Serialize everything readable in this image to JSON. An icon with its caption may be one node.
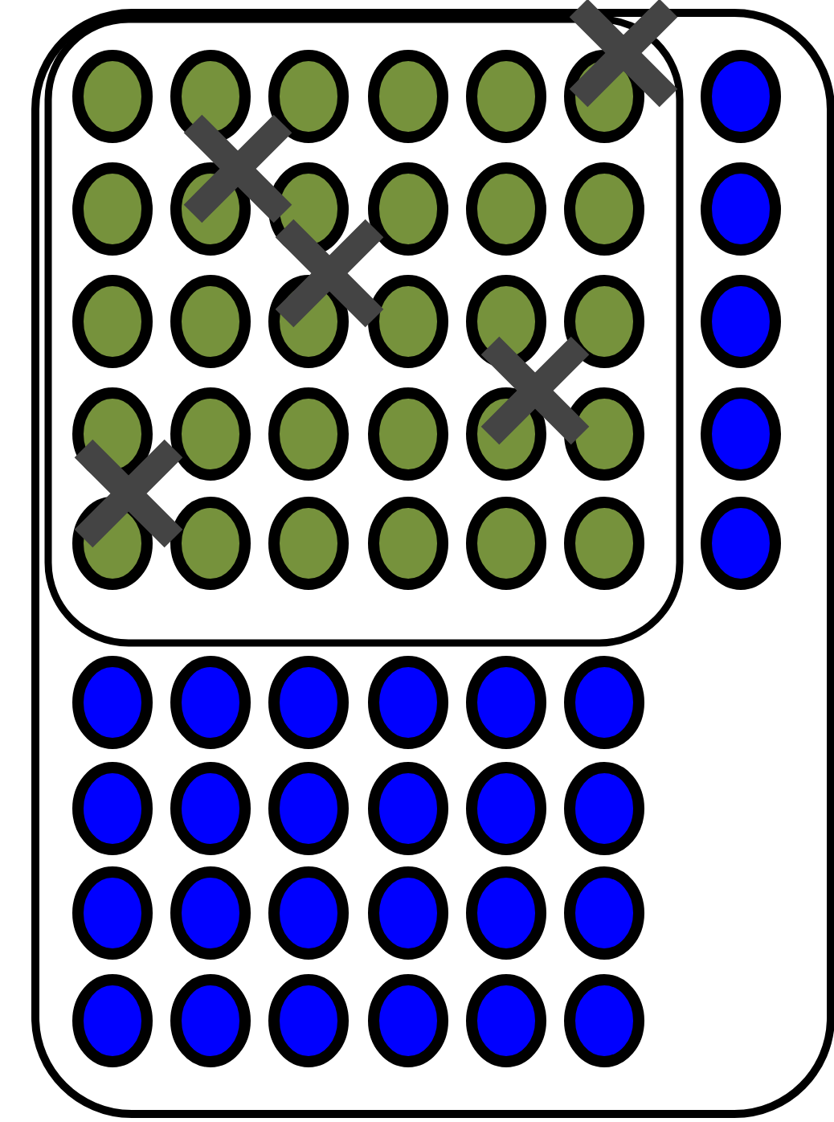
{
  "diagram": {
    "nodes": [
      {
        "text": [],
        "shape": "box"
      },
      {
        "text": [],
        "shape": "box",
        "in": 0
      },
      {
        "text": [],
        "shape": "circle",
        "in": 1
      },
      {
        "text": [],
        "shape": "circle",
        "in": 1
      },
      {
        "text": [],
        "shape": "circle",
        "in": 1
      },
      {
        "text": [],
        "shape": "circle",
        "in": 1
      },
      {
        "text": [],
        "shape": "circle",
        "in": 1
      },
      {
        "text": [],
        "shape": "circle",
        "in": 1
      },
      {
        "text": [],
        "shape": "circle",
        "in": 1
      },
      {
        "text": [],
        "shape": "circle",
        "in": 1
      },
      {
        "text": [],
        "shape": "circle",
        "in": 1
      },
      {
        "text": [],
        "shape": "circle",
        "in": 1
      },
      {
        "text": [],
        "shape": "circle",
        "in": 1
      },
      {
        "text": [],
        "shape": "circle",
        "in": 1
      },
      {
        "text": [],
        "shape": "circle",
        "in": 1
      },
      {
        "text": [],
        "shape": "circle",
        "in": 1
      },
      {
        "text": [],
        "shape": "circle",
        "in": 1
      },
      {
        "text": [],
        "shape": "circle",
        "in": 1
      },
      {
        "text": [],
        "shape": "circle",
        "in": 1
      },
      {
        "text": [],
        "shape": "circle",
        "in": 1
      },
      {
        "text": [],
        "shape": "circle",
        "in": 1
      },
      {
        "text": [],
        "shape": "circle",
        "in": 1
      },
      {
        "text": [],
        "shape": "circle",
        "in": 1
      },
      {
        "text": [],
        "shape": "circle",
        "in": 1
      },
      {
        "text": [],
        "shape": "circle",
        "in": 1
      },
      {
        "text": [],
        "shape": "circle",
        "in": 1
      },
      {
        "text": [],
        "shape": "circle",
        "in": 1
      },
      {
        "text": [],
        "shape": "circle",
        "in": 1
      },
      {
        "text": [],
        "shape": "circle",
        "in": 1
      },
      {
        "text": [],
        "shape": "circle",
        "in": 1
      },
      {
        "text": [],
        "shape": "circle",
        "in": 1
      },
      {
        "text": [],
        "shape": "circle",
        "in": 1
      },
      {
        "text": [],
        "shape": "circle",
        "in": 0
      },
      {
        "text": [],
        "shape": "circle",
        "in": 0
      },
      {
        "text": [],
        "shape": "circle",
        "in": 0
      },
      {
        "text": [],
        "shape": "circle",
        "in": 0
      },
      {
        "text": [],
        "shape": "circle",
        "in": 0
      },
      {
        "text": [],
        "shape": "circle",
        "in": 0
      },
      {
        "text": [],
        "shape": "circle",
        "in": 0
      },
      {
        "text": [],
        "shape": "circle",
        "in": 0
      },
      {
        "text": [],
        "shape": "circle",
        "in": 0
      },
      {
        "text": [],
        "shape": "circle",
        "in": 0
      },
      {
        "text": [],
        "shape": "circle",
        "in": 0
      },
      {
        "text": [],
        "shape": "circle",
        "in": 0
      },
      {
        "text": [],
        "shape": "circle",
        "in": 0
      },
      {
        "text": [],
        "shape": "circle",
        "in": 0
      },
      {
        "text": [],
        "shape": "circle",
        "in": 0
      },
      {
        "text": [],
        "shape": "circle",
        "in": 0
      },
      {
        "text": [],
        "shape": "circle",
        "in": 0
      },
      {
        "text": [],
        "shape": "circle",
        "in": 0
      },
      {
        "text": [],
        "shape": "circle",
        "in": 0
      },
      {
        "text": [],
        "shape": "circle",
        "in": 0
      },
      {
        "text": [],
        "shape": "circle",
        "in": 0
      },
      {
        "text": [],
        "shape": "circle",
        "in": 0
      },
      {
        "text": [],
        "shape": "circle",
        "in": 0
      },
      {
        "text": [],
        "shape": "circle",
        "in": 0
      },
      {
        "text": [],
        "shape": "circle",
        "in": 0
      },
      {
        "text": [],
        "shape": "circle",
        "in": 0
      },
      {
        "text": [],
        "shape": "circle",
        "in": 0
      },
      {
        "text": [],
        "shape": "circle",
        "in": 0
      },
      {
        "text": [],
        "shape": "circle",
        "in": 0
      }
    ]
  }
}
